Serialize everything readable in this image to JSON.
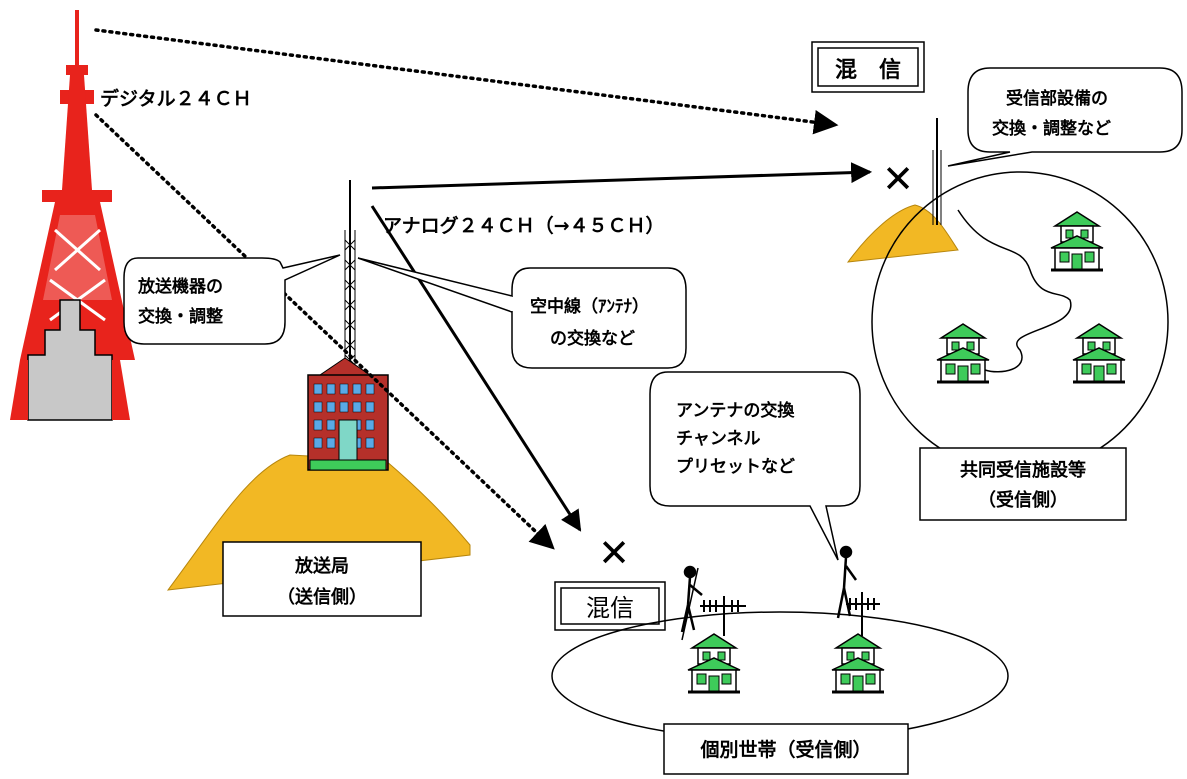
{
  "labels": {
    "digital_channel": "デジタル２４ＣＨ",
    "analog_channel": "アナログ２４ＣＨ（→４５ＣＨ）"
  },
  "callouts": {
    "broadcast_equipment": [
      "放送機器の",
      "交換・調整"
    ],
    "antenna_wire": [
      "空中線（ｱﾝﾃﾅ）",
      "の交換など"
    ],
    "antenna_exchange": [
      "アンテナの交換",
      "チャンネル",
      "プリセットなど"
    ],
    "receiving_equipment": [
      "受信部設備の",
      "交換・調整など"
    ]
  },
  "boxes": {
    "interference_top": "混　信",
    "interference_bottom": "混信",
    "broadcast_station": [
      "放送局",
      "（送信側）"
    ],
    "shared_facility": [
      "共同受信施設等",
      "（受信側）"
    ],
    "individual_households": "個別世帯（受信側）"
  },
  "markers": {
    "blocked": "✕"
  },
  "colors": {
    "tower_red": "#e8231c",
    "tower_base": "#c8c8c8",
    "hill_gold": "#f2b824",
    "house_green": "#3ecb5a",
    "building_red": "#b5302a"
  }
}
